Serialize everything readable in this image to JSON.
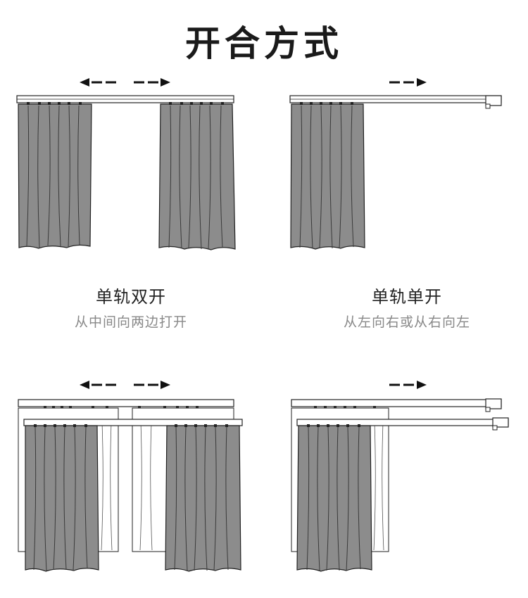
{
  "title": "开合方式",
  "options": [
    {
      "name": "单轨双开",
      "desc": "从中间向两边打开"
    },
    {
      "name": "单轨单开",
      "desc": "从左向右或从右向左"
    }
  ],
  "colors": {
    "curtain_dark": "#8c8c8c",
    "curtain_light": "#ffffff",
    "outline": "#222222",
    "arrow": "#111111"
  }
}
